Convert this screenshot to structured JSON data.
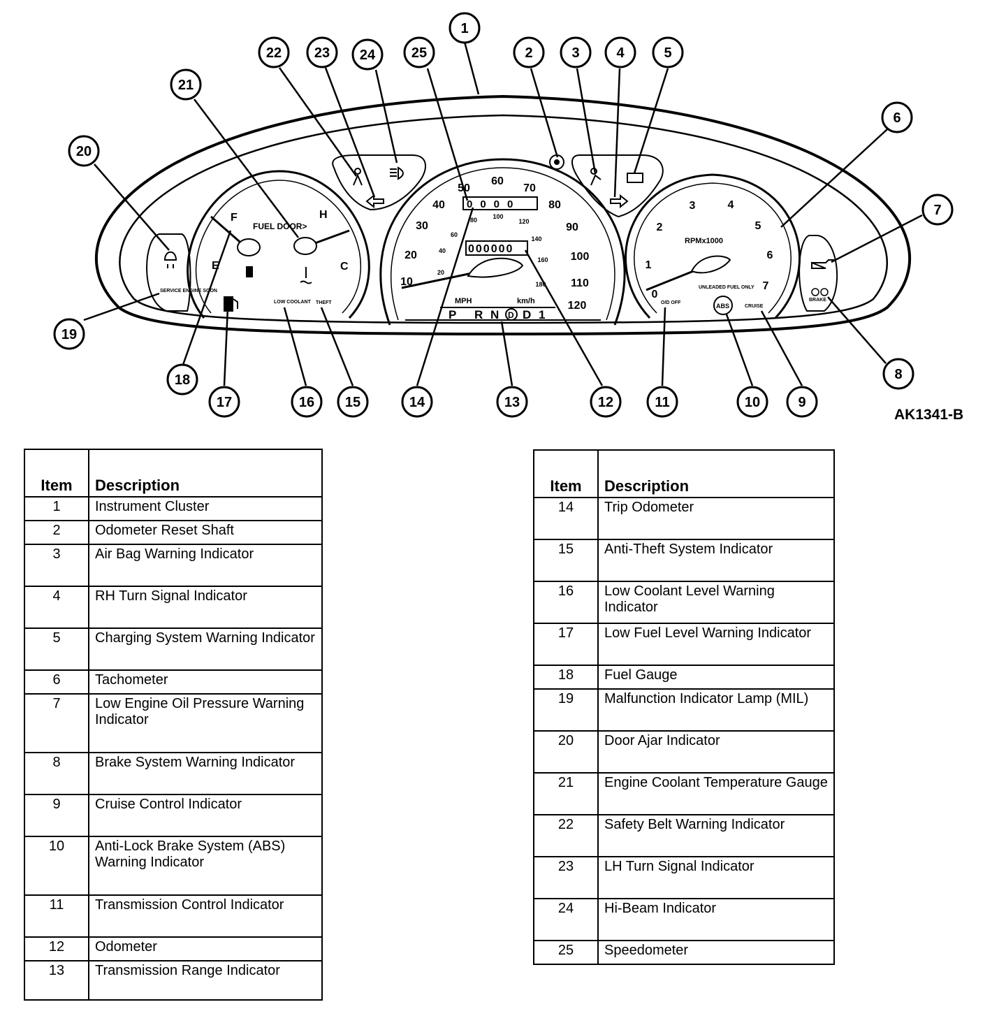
{
  "figure_id": "AK1341-B",
  "callouts": [
    "1",
    "2",
    "3",
    "4",
    "5",
    "6",
    "7",
    "8",
    "9",
    "10",
    "11",
    "12",
    "13",
    "14",
    "15",
    "16",
    "17",
    "18",
    "19",
    "20",
    "21",
    "22",
    "23",
    "24",
    "25"
  ],
  "gauges": {
    "fuel_label": "FUEL DOOR>",
    "fuel_full": "F",
    "fuel_empty": "E",
    "temp_hot": "H",
    "temp_cold": "C",
    "low_coolant": "LOW COOLANT",
    "theft": "THEFT",
    "speed_ticks": [
      "10",
      "20",
      "30",
      "40",
      "50",
      "60",
      "70",
      "80",
      "90",
      "100",
      "110",
      "120"
    ],
    "kmh_ticks": [
      "20",
      "40",
      "60",
      "80",
      "100",
      "120",
      "140",
      "160",
      "180"
    ],
    "mph_label": "MPH",
    "kmh_label": "km/h",
    "trip_odometer": "0000",
    "odometer": "000000",
    "prnd": [
      "P",
      "R",
      "N",
      "D",
      "D",
      "1"
    ],
    "rpm_ticks": [
      "0",
      "1",
      "2",
      "3",
      "4",
      "5",
      "6",
      "7"
    ],
    "rpm_label": "RPMx1000",
    "unleaded": "UNLEADED FUEL ONLY",
    "od_off": "O/D OFF",
    "abs": "ABS",
    "cruise": "CRUISE",
    "brake": "BRAKE",
    "service_engine": "SERVICE ENGINE SOON"
  },
  "legend_headers": {
    "item": "Item",
    "description": "Description"
  },
  "legend_left": [
    {
      "item": "1",
      "description": "Instrument Cluster"
    },
    {
      "item": "2",
      "description": "Odometer Reset Shaft"
    },
    {
      "item": "3",
      "description": "Air Bag Warning Indicator"
    },
    {
      "item": "4",
      "description": "RH Turn Signal Indicator"
    },
    {
      "item": "5",
      "description": "Charging System Warning Indicator"
    },
    {
      "item": "6",
      "description": "Tachometer"
    },
    {
      "item": "7",
      "description": "Low Engine Oil Pressure Warning Indicator"
    },
    {
      "item": "8",
      "description": "Brake System Warning Indicator"
    },
    {
      "item": "9",
      "description": "Cruise Control Indicator"
    },
    {
      "item": "10",
      "description": "Anti-Lock Brake System (ABS) Warning Indicator"
    },
    {
      "item": "11",
      "description": "Transmission Control Indicator"
    },
    {
      "item": "12",
      "description": "Odometer"
    },
    {
      "item": "13",
      "description": "Transmission Range Indicator"
    }
  ],
  "legend_right": [
    {
      "item": "14",
      "description": "Trip Odometer"
    },
    {
      "item": "15",
      "description": "Anti-Theft System Indicator"
    },
    {
      "item": "16",
      "description": "Low Coolant Level Warning Indicator"
    },
    {
      "item": "17",
      "description": "Low Fuel Level Warning Indicator"
    },
    {
      "item": "18",
      "description": "Fuel Gauge"
    },
    {
      "item": "19",
      "description": "Malfunction Indicator Lamp (MIL)"
    },
    {
      "item": "20",
      "description": "Door Ajar Indicator"
    },
    {
      "item": "21",
      "description": "Engine Coolant Temperature Gauge"
    },
    {
      "item": "22",
      "description": "Safety Belt Warning Indicator"
    },
    {
      "item": "23",
      "description": "LH Turn Signal Indicator"
    },
    {
      "item": "24",
      "description": "Hi-Beam Indicator"
    },
    {
      "item": "25",
      "description": "Speedometer"
    }
  ]
}
